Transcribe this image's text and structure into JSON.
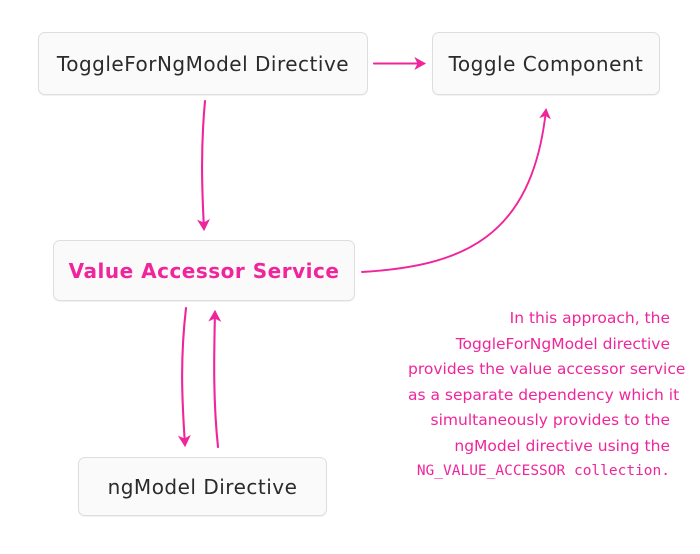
{
  "diagram": {
    "title": "ToggleForNgModel value accessor dependency diagram",
    "colors": {
      "accent": "#f0259b",
      "node_fill": "#fafafa",
      "node_border": "#dedede",
      "node_text": "#2b2b2b",
      "background": "#ffffff"
    },
    "nodes": [
      {
        "id": "toggle-for-ngmodel",
        "label": "ToggleForNgModel Directive",
        "style": "plain"
      },
      {
        "id": "toggle-component",
        "label": "Toggle Component",
        "style": "plain"
      },
      {
        "id": "value-accessor",
        "label": "Value Accessor Service",
        "style": "accent"
      },
      {
        "id": "ngmodel",
        "label": "ngModel Directive",
        "style": "plain"
      }
    ],
    "edges": [
      {
        "id": "edge-directive-to-component",
        "from": "toggle-for-ngmodel",
        "to": "toggle-component",
        "shape": "straight-horizontal",
        "direction": "right"
      },
      {
        "id": "edge-directive-to-accessor",
        "from": "toggle-for-ngmodel",
        "to": "value-accessor",
        "shape": "slight-curve-vertical",
        "direction": "down"
      },
      {
        "id": "edge-accessor-to-component",
        "from": "value-accessor",
        "to": "toggle-component",
        "shape": "elbow-curve",
        "direction": "up"
      },
      {
        "id": "edge-accessor-to-ngmodel",
        "from": "value-accessor",
        "to": "ngmodel",
        "shape": "slight-curve-vertical",
        "direction": "down"
      },
      {
        "id": "edge-ngmodel-to-accessor",
        "from": "ngmodel",
        "to": "value-accessor",
        "shape": "slight-curve-vertical",
        "direction": "up"
      }
    ],
    "annotation": {
      "align": "right",
      "lines": [
        {
          "text": "In this approach, the",
          "code": false
        },
        {
          "text": "ToggleForNgModel directive",
          "code": false
        },
        {
          "text": "provides the value accessor service",
          "code": false
        },
        {
          "text": "as a separate dependency which it",
          "code": false
        },
        {
          "text": "simultaneously provides to the",
          "code": false
        },
        {
          "text": "ngModel directive using the",
          "code": false
        },
        {
          "text": "NG_VALUE_ACCESSOR collection.",
          "code": true
        }
      ]
    }
  }
}
